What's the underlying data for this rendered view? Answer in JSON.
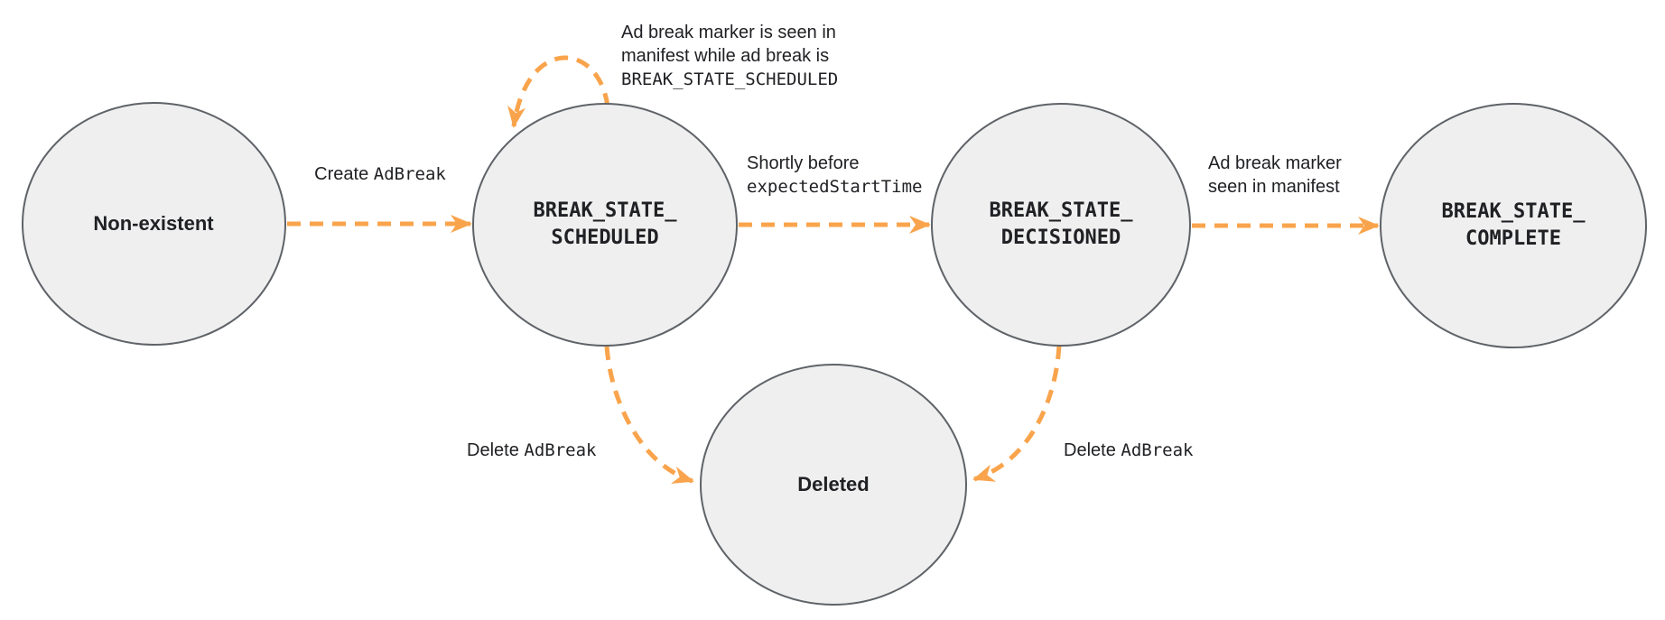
{
  "colors": {
    "arrow": "#F9A44C",
    "node_fill": "#EFEFEF",
    "node_border": "#5F6368",
    "text": "#202124"
  },
  "nodes": {
    "non_existent": {
      "label": "Non-existent"
    },
    "scheduled": {
      "line1": "BREAK_STATE_",
      "line2": "SCHEDULED"
    },
    "decisioned": {
      "line1": "BREAK_STATE_",
      "line2": "DECISIONED"
    },
    "complete": {
      "line1": "BREAK_STATE_",
      "line2": "COMPLETE"
    },
    "deleted": {
      "label": "Deleted"
    }
  },
  "edges": {
    "create": {
      "text": "Create ",
      "code": "AdBreak"
    },
    "selfloop": {
      "line1": "Ad break marker is seen in",
      "line2": "manifest while ad break is",
      "code": "BREAK_STATE_SCHEDULED"
    },
    "shortly": {
      "text": "Shortly before",
      "code": "expectedStartTime"
    },
    "marker_seen": {
      "line1": "Ad break marker",
      "line2": "seen in manifest"
    },
    "delete_left": {
      "text": "Delete ",
      "code": "AdBreak"
    },
    "delete_right": {
      "text": "Delete ",
      "code": "AdBreak"
    }
  }
}
